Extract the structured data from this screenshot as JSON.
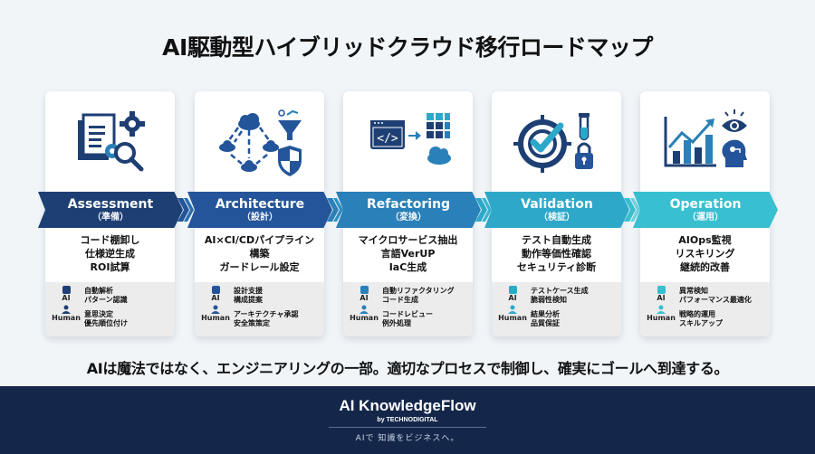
{
  "title": "AI駆動型ハイブリッドクラウド移行ロードマップ",
  "phases": [
    {
      "name_en": "Assessment",
      "name_jp": "（準備）",
      "color": "#1e3f73",
      "icon": "document-gear-magnifier-icon",
      "tasks": [
        "コード棚卸し",
        "仕様逆生成",
        "ROI試算"
      ],
      "ai_label": "AI",
      "human_label": "Human",
      "ai_items": [
        "自動解析",
        "パターン認識"
      ],
      "human_items": [
        "意思決定",
        "優先順位付け"
      ]
    },
    {
      "name_en": "Architecture",
      "name_jp": "（設計）",
      "color": "#24559a",
      "icon": "cloud-network-funnel-shield-icon",
      "tasks": [
        "AI×CI/CDパイプライン",
        "構築",
        "ガードレール設定"
      ],
      "ai_label": "AI",
      "human_label": "Human",
      "ai_items": [
        "設計支援",
        "構成提案"
      ],
      "human_items": [
        "アーキテクチャ承認",
        "安全策策定"
      ]
    },
    {
      "name_en": "Refactoring",
      "name_jp": "（変換）",
      "color": "#2a80b8",
      "icon": "code-window-cube-cloud-icon",
      "tasks": [
        "マイクロサービス抽出",
        "言語VerUP",
        "IaC生成"
      ],
      "ai_label": "AI",
      "human_label": "Human",
      "ai_items": [
        "自動リファクタリング",
        "コード生成"
      ],
      "human_items": [
        "コードレビュー",
        "例外処理"
      ]
    },
    {
      "name_en": "Validation",
      "name_jp": "（検証）",
      "color": "#2ea8c9",
      "icon": "target-check-testtube-lock-icon",
      "tasks": [
        "テスト自動生成",
        "動作等価性確認",
        "セキュリティ診断"
      ],
      "ai_label": "AI",
      "human_label": "Human",
      "ai_items": [
        "テストケース生成",
        "脆弱性検知"
      ],
      "human_items": [
        "結果分析",
        "品質保証"
      ]
    },
    {
      "name_en": "Operation",
      "name_jp": "（運用）",
      "color": "#38bfd0",
      "icon": "chart-eye-brain-icon",
      "tasks": [
        "AIOps監視",
        "リスキリング",
        "継続的改善"
      ],
      "ai_label": "AI",
      "human_label": "Human",
      "ai_items": [
        "異常検知",
        "パフォーマンス最適化"
      ],
      "human_items": [
        "戦略的運用",
        "スキルアップ"
      ]
    }
  ],
  "quote": "AIは魔法ではなく、エンジニアリングの一部。適切なプロセスで制御し、確実にゴールへ到達する。",
  "footer": {
    "brand": "AI KnowledgeFlow",
    "by": "by TECHNODIGITAL",
    "tagline": "AIで 知識をビジネスへ。"
  }
}
